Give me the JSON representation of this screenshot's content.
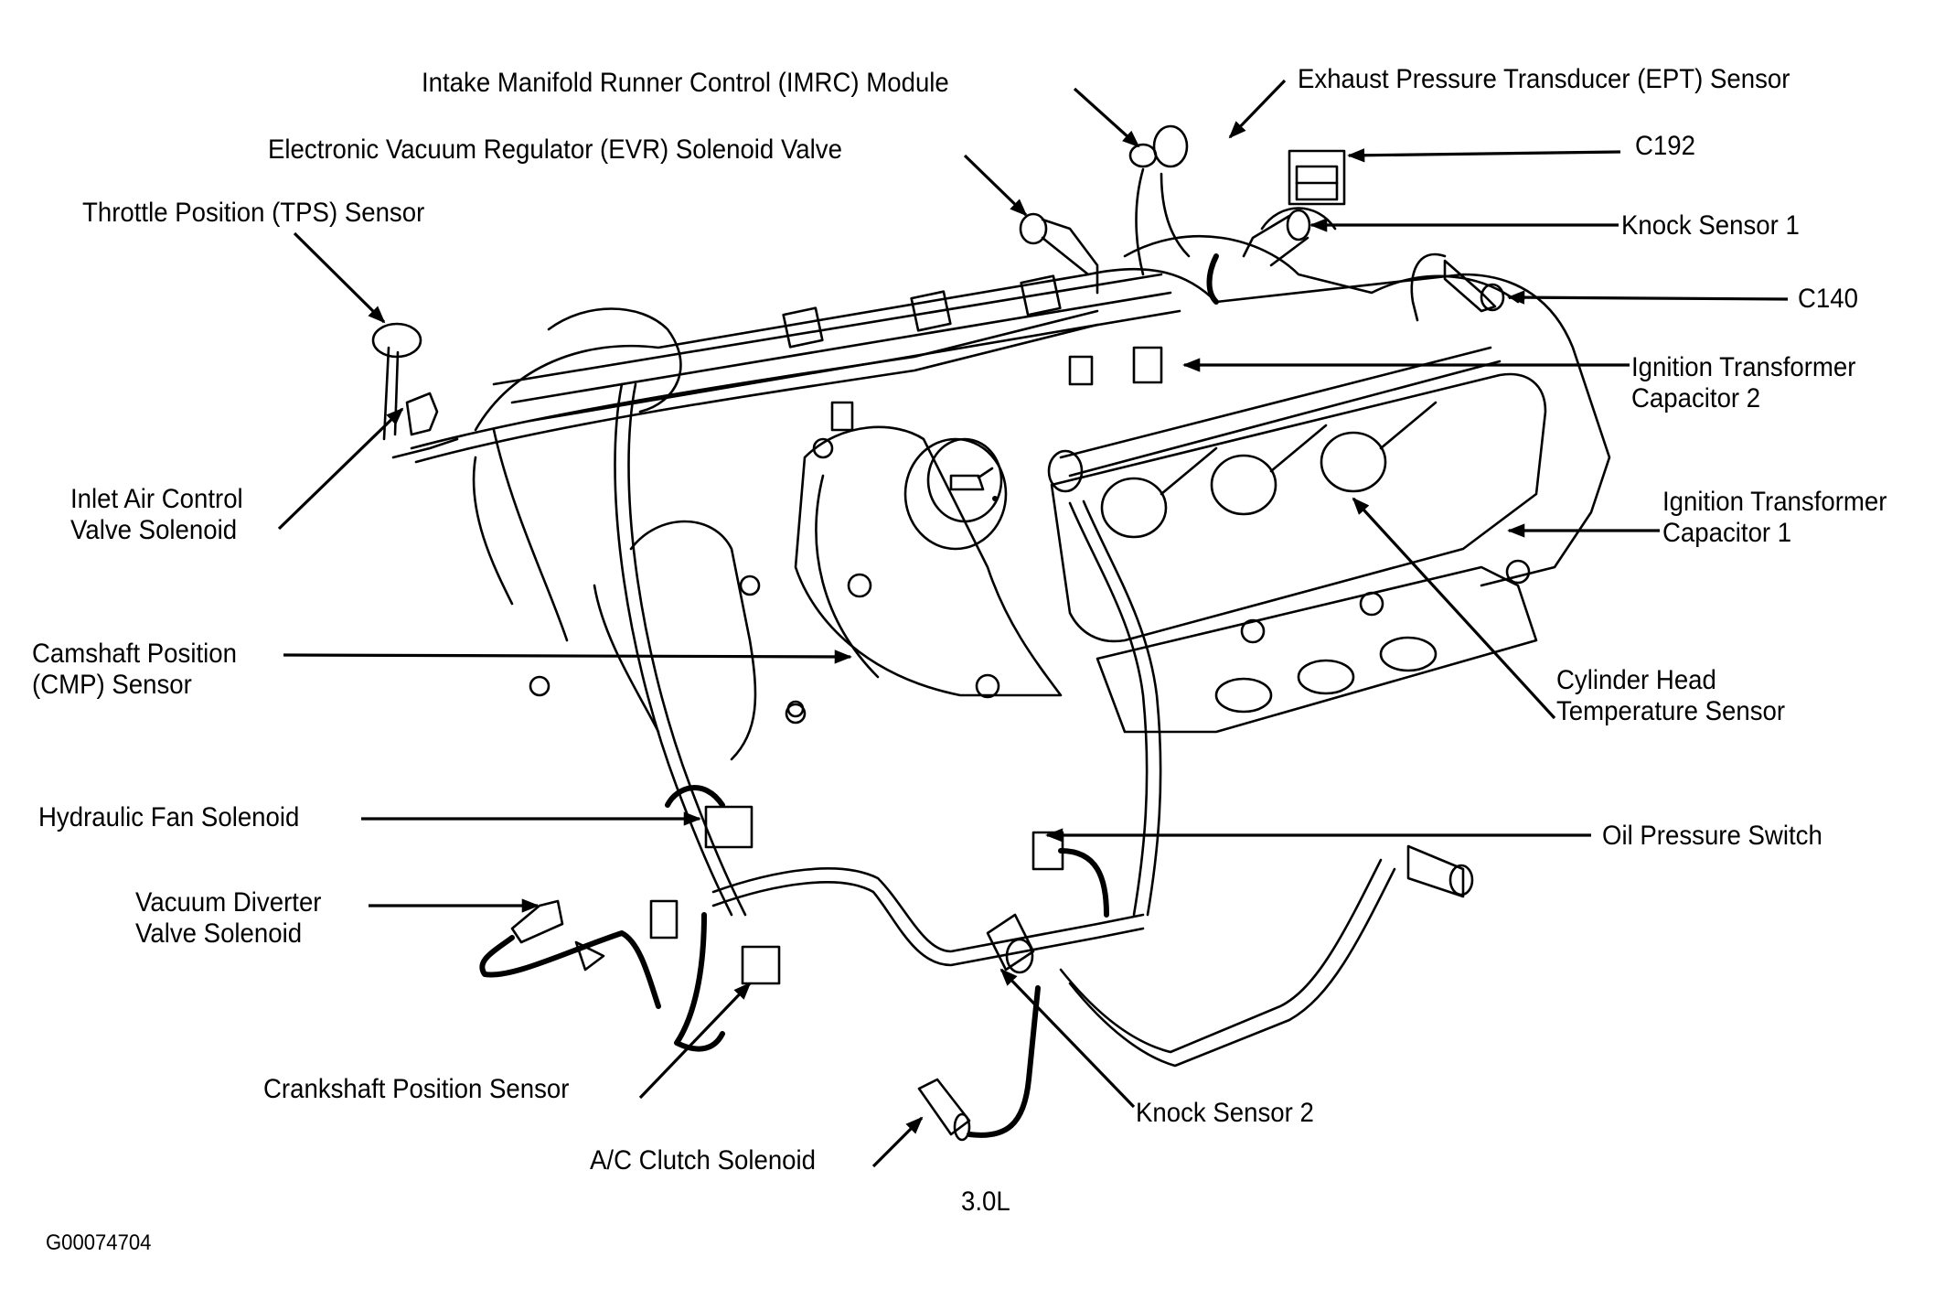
{
  "diagram": {
    "title": "3.0L",
    "figure_id": "G00074704",
    "labels": {
      "imrc": "Intake Manifold Runner Control (IMRC) Module",
      "ept": "Exhaust Pressure Transducer (EPT) Sensor",
      "evr": "Electronic Vacuum Regulator (EVR) Solenoid Valve",
      "c192": "C192",
      "tps": "Throttle Position (TPS) Sensor",
      "knock1": "Knock Sensor 1",
      "c140": "C140",
      "itc2": [
        "Ignition Transformer",
        "Capacitor 2"
      ],
      "inlet_air": [
        "Inlet Air Control",
        "Valve Solenoid"
      ],
      "itc1": [
        "Ignition Transformer",
        "Capacitor 1"
      ],
      "cmp": [
        "Camshaft Position",
        "(CMP) Sensor"
      ],
      "cht": [
        "Cylinder Head",
        "Temperature Sensor"
      ],
      "hyd_fan": "Hydraulic Fan Solenoid",
      "oil_pressure": "Oil Pressure Switch",
      "vac_diverter": [
        "Vacuum Diverter",
        "Valve Solenoid"
      ],
      "crankshaft": "Crankshaft Position Sensor",
      "knock2": "Knock Sensor 2",
      "ac_clutch": "A/C Clutch Solenoid"
    },
    "icons": {
      "oil_cap": "oil-can-icon"
    }
  }
}
